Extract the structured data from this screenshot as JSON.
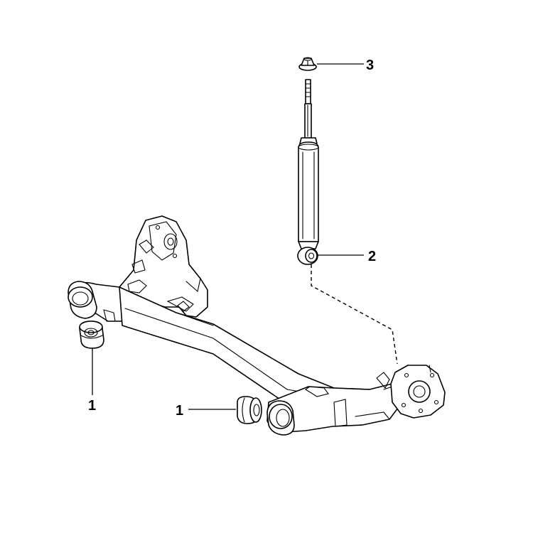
{
  "callouts": [
    {
      "label": "1",
      "part": "bushing-left"
    },
    {
      "label": "1",
      "part": "bushing-right"
    },
    {
      "label": "2",
      "part": "shock-absorber"
    },
    {
      "label": "3",
      "part": "shock-nut"
    }
  ]
}
